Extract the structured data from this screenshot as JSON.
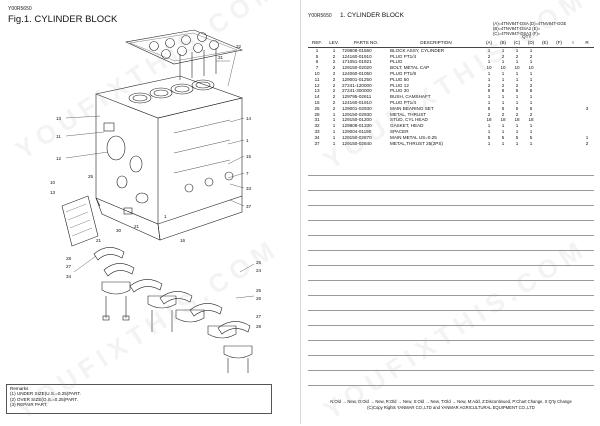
{
  "left_page": {
    "code": "Y00R5650",
    "figure_title": "Fig.1.  CYLINDER BLOCK",
    "callouts": [
      "31",
      "32",
      "13",
      "11",
      "12",
      "14",
      "1",
      "15",
      "7",
      "33",
      "37",
      "10",
      "13",
      "25",
      "21",
      "30",
      "21",
      "1",
      "16",
      "28",
      "27",
      "34",
      "25",
      "24",
      "25",
      "26",
      "27",
      "28"
    ],
    "remarks": {
      "title": "Remarks",
      "lines": [
        "(1) UNDER SIZE(U.S.=0.25)PART.",
        "(2) OVER SIZE(O.S.=0.25)PART.",
        "(3) REPAIR PART."
      ]
    }
  },
  "right_page": {
    "code": "Y00R5650",
    "title": "1.  CYLINDER BLOCK",
    "qty_legend": [
      "(A)=4TNV84T-DSA    (D)=4TNV84T-GGE",
      "(B)=4TNV84T-DSA2  (E)=",
      "(C)=4TNV84T-DSA3  (F)="
    ],
    "qty_label": "QTY",
    "headers": {
      "ref": "REF.",
      "lev": "LEV.",
      "parts_no": "PARTS NO.",
      "description": "DESCRIPTION",
      "a": "(A)",
      "b": "(B)",
      "c": "(C)",
      "d": "(D)",
      "e": "(E)",
      "f": "(F)",
      "i": "I",
      "r": "R"
    },
    "rows": [
      {
        "ref": "1",
        "lev": "1",
        "parts_no": "729808-01560",
        "description": "BLOCK ASSY, CYLINDER",
        "a": "1",
        "b": "1",
        "c": "1",
        "d": "1",
        "r": ""
      },
      {
        "ref": "5",
        "lev": "2",
        "parts_no": "124160-01910",
        "description": "PLUG PT1/4",
        "a": "2",
        "b": "2",
        "c": "2",
        "d": "2",
        "r": ""
      },
      {
        "ref": "6",
        "lev": "2",
        "parts_no": "171051-01921",
        "description": "PLUG",
        "a": "1",
        "b": "1",
        "c": "1",
        "d": "1",
        "r": ""
      },
      {
        "ref": "7",
        "lev": "2",
        "parts_no": "129150-02020",
        "description": "BOLT, METAL CAP",
        "a": "10",
        "b": "10",
        "c": "10",
        "d": "10",
        "r": ""
      },
      {
        "ref": "10",
        "lev": "2",
        "parts_no": "124060-01050",
        "description": "PLUG PT1/8",
        "a": "1",
        "b": "1",
        "c": "1",
        "d": "1",
        "r": ""
      },
      {
        "ref": "11",
        "lev": "2",
        "parts_no": "129001-01250",
        "description": "PLUG 50",
        "a": "1",
        "b": "1",
        "c": "1",
        "d": "1",
        "r": ""
      },
      {
        "ref": "12",
        "lev": "2",
        "parts_no": "27241-120000",
        "description": "PLUG 12",
        "a": "2",
        "b": "2",
        "c": "2",
        "d": "2",
        "r": ""
      },
      {
        "ref": "13",
        "lev": "2",
        "parts_no": "27241-300000",
        "description": "PLUG 30",
        "a": "8",
        "b": "8",
        "c": "8",
        "d": "8",
        "r": ""
      },
      {
        "ref": "14",
        "lev": "2",
        "parts_no": "129795-02611",
        "description": "BUSH, CAMSHAFT",
        "a": "1",
        "b": "1",
        "c": "1",
        "d": "1",
        "r": ""
      },
      {
        "ref": "15",
        "lev": "2",
        "parts_no": "124160-01910",
        "description": "PLUG PT1/4",
        "a": "1",
        "b": "1",
        "c": "1",
        "d": "1",
        "r": ""
      },
      {
        "ref": "25",
        "lev": "2",
        "parts_no": "129001-02930",
        "description": "MAIN BEARING SET",
        "a": "5",
        "b": "5",
        "c": "5",
        "d": "5",
        "r": "3"
      },
      {
        "ref": "28",
        "lev": "1",
        "parts_no": "129150-02930",
        "description": "METAL, THRUST",
        "a": "2",
        "b": "2",
        "c": "2",
        "d": "2",
        "r": ""
      },
      {
        "ref": "31",
        "lev": "1",
        "parts_no": "129150-01200",
        "description": "STUD, CYL HEAD",
        "a": "18",
        "b": "18",
        "c": "18",
        "d": "18",
        "r": ""
      },
      {
        "ref": "32",
        "lev": "1",
        "parts_no": "129808-01330",
        "description": "GASKET, HEAD",
        "a": "1",
        "b": "1",
        "c": "1",
        "d": "1",
        "r": ""
      },
      {
        "ref": "33",
        "lev": "1",
        "parts_no": "129004-01190",
        "description": "SPACER",
        "a": "1",
        "b": "1",
        "c": "1",
        "d": "1",
        "r": ""
      },
      {
        "ref": "34",
        "lev": "1",
        "parts_no": "129150-02870",
        "description": "MAIN METAL US=0.25",
        "a": "5",
        "b": "5",
        "c": "5",
        "d": "5",
        "r": "1"
      },
      {
        "ref": "37",
        "lev": "1",
        "parts_no": "129150-02840",
        "description": "METAL,THRUST 25(2PS)",
        "a": "1",
        "b": "1",
        "c": "1",
        "d": "1",
        "r": "2"
      }
    ],
    "footer_legend": "N:Old → New,  O:Old → New,  R:Old → New,  S:Old → New,  T:Old → New,  M:Add,  Z:Discontinued,  P:Chart Change,  X:Q'ty Change",
    "footer_copyright": "(C)Copy Rights  YANMAR CO.,LTD and YANMAR AGRICULTURAL EQUIPMENT CO.,LTD"
  },
  "watermark": "YOUFIXTHIS.COM"
}
